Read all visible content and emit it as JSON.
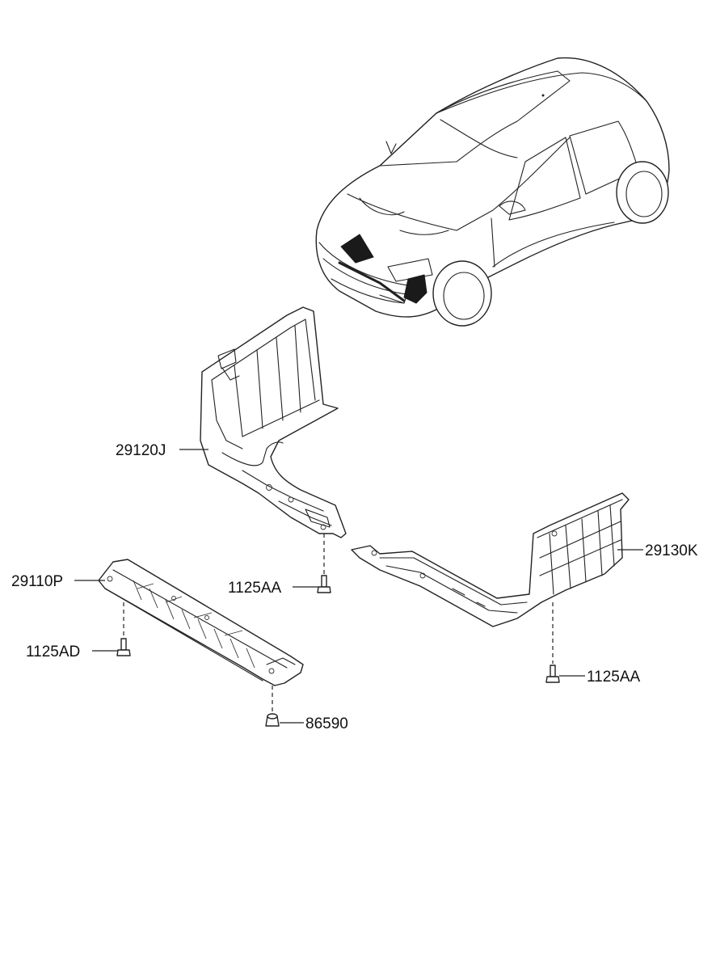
{
  "callouts": {
    "front_upper_cover": "29120J",
    "side_cover": "29130K",
    "front_lower_cover": "29110P",
    "bolt_upper": "1125AA",
    "bolt_lower": "1125AD",
    "bolt_right": "1125AA",
    "clip": "86590"
  }
}
